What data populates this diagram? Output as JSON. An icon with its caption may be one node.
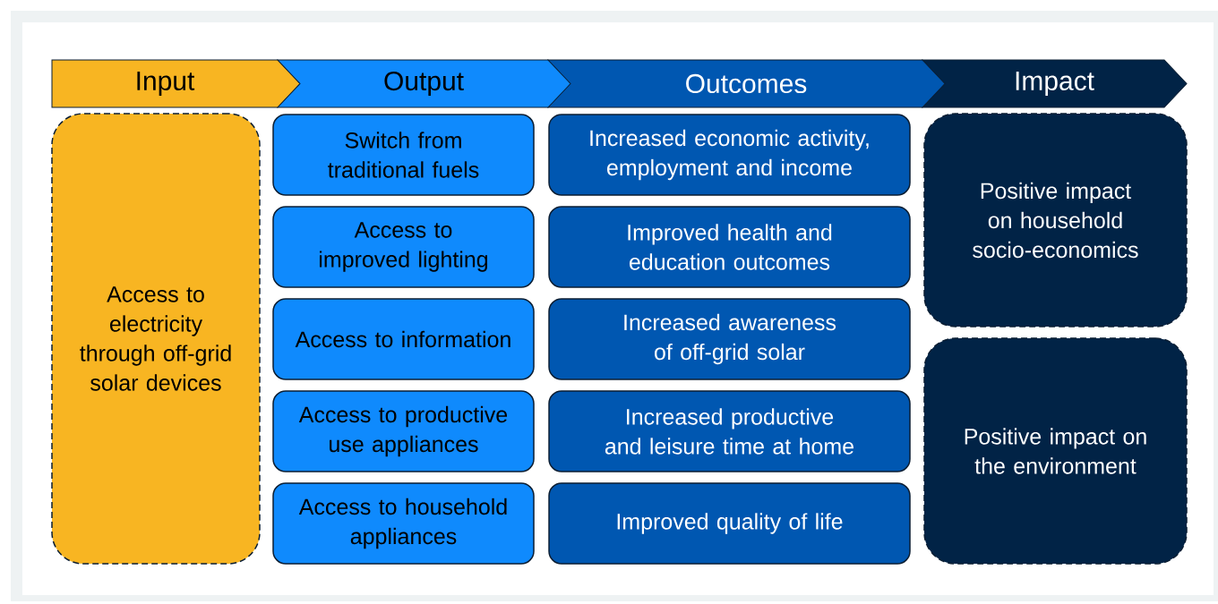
{
  "diagram": {
    "nodes": [
      {
        "text": [
          "Input"
        ]
      },
      {
        "text": [
          "Output"
        ]
      },
      {
        "text": [
          "Outcomes"
        ]
      },
      {
        "text": [
          "Impact"
        ]
      },
      {
        "text": [
          "Access to electricity through off-grid solar devices"
        ]
      },
      {
        "text": [
          "Switch from traditional fuels"
        ]
      },
      {
        "text": [
          "Access to improved lighting"
        ]
      },
      {
        "text": [
          "Access to information"
        ]
      },
      {
        "text": [
          "Access to productive use appliances"
        ]
      },
      {
        "text": [
          "Access to household appliances"
        ]
      },
      {
        "text": [
          "Increased economic activity, employment and income"
        ]
      },
      {
        "text": [
          "Improved health and education outcomes"
        ]
      },
      {
        "text": [
          "Increased awareness of off-grid solar"
        ]
      },
      {
        "text": [
          "Increased productive and leisure time at home"
        ]
      },
      {
        "text": [
          "Improved quality of life"
        ]
      },
      {
        "text": [
          "Positive impact on household socio-economics"
        ]
      },
      {
        "text": [
          "Positive impact on the environment"
        ]
      }
    ]
  }
}
